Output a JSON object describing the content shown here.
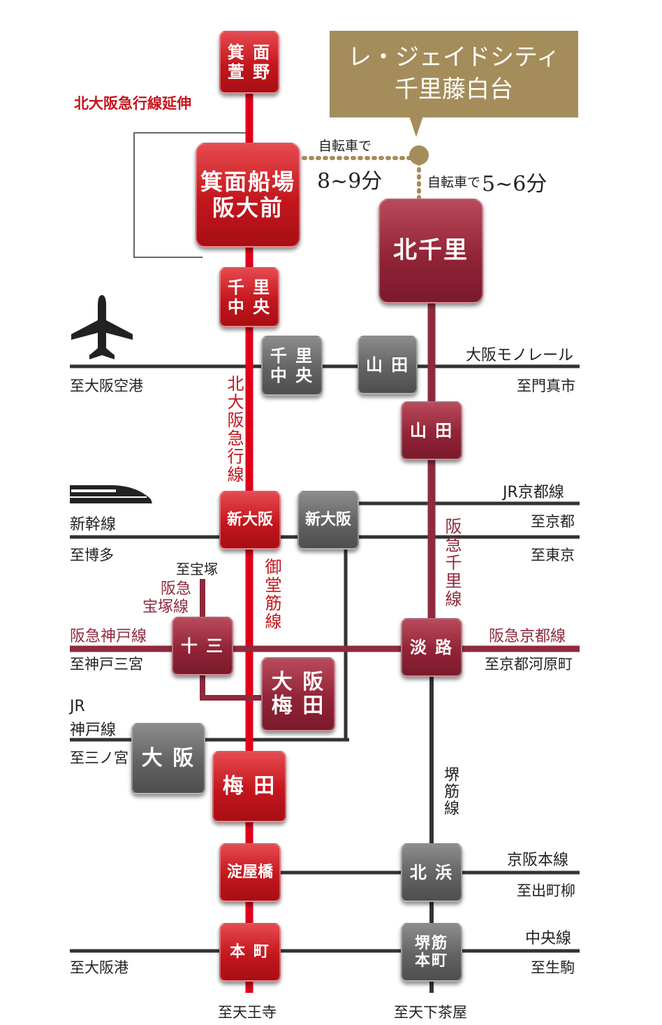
{
  "destination": {
    "line1": "レ・ジェイドシティ",
    "line2": "千里藤白台"
  },
  "bike_routes": {
    "west": {
      "label": "自転車で",
      "time": "8~9分"
    },
    "east": {
      "label": "自転車で",
      "time": "5~6分"
    }
  },
  "stations": {
    "mino_kayano": {
      "line1": "箕 面",
      "line2": "萱 野"
    },
    "minoh_semba": {
      "line1": "箕面船場",
      "line2": "阪大前"
    },
    "senri_chuo_kita": {
      "line1": "千 里",
      "line2": "中 央"
    },
    "kitasenri": {
      "line1": "北千里"
    },
    "senri_chuo_mono": {
      "line1": "千 里",
      "line2": "中 央"
    },
    "yamada_mono": {
      "line1": "山 田"
    },
    "yamada_hankyu": {
      "line1": "山 田"
    },
    "shinosaka_red": {
      "line1": "新大阪"
    },
    "shinosaka_gray": {
      "line1": "新大阪"
    },
    "juso": {
      "line1": "十 三"
    },
    "awaji": {
      "line1": "淡 路"
    },
    "osaka_umeda": {
      "line1": "大 阪",
      "line2": "梅 田"
    },
    "osaka_jr": {
      "line1": "大 阪"
    },
    "umeda": {
      "line1": "梅 田"
    },
    "yodoyabashi": {
      "line1": "淀屋橋"
    },
    "kitahama": {
      "line1": "北 浜"
    },
    "honmachi": {
      "line1": "本 町"
    },
    "sakaisuji_honmachi": {
      "line1": "堺筋",
      "line2": "本町"
    }
  },
  "labels": {
    "kitaosaka_ext": "北大阪急行線延伸",
    "monorail": "大阪モノレール",
    "to_osaka_airport": "至大阪空港",
    "to_kadoma": "至門真市",
    "kitaosaka_line": "北大阪急行線",
    "hankyu_senri_line": "阪急千里線",
    "jr_kyoto_line": "JR京都線",
    "to_kyoto": "至京都",
    "shinkansen": "新幹線",
    "to_hakata": "至博多",
    "to_tokyo": "至東京",
    "to_takarazuka": "至宝塚",
    "hankyu_takarazuka_l1": "阪急",
    "hankyu_takarazuka_l2": "宝塚線",
    "midosuji_line": "御堂筋線",
    "hankyu_kobe_line": "阪急神戸線",
    "hankyu_kyoto_line": "阪急京都線",
    "to_kobe_sannomiya": "至神戸三宮",
    "to_kyoto_kawaramachi": "至京都河原町",
    "jr_kobe_l1": "JR",
    "jr_kobe_l2": "神戸線",
    "to_sannomiya": "至三ノ宮",
    "sakaisuji_line": "堺筋線",
    "keihan_line": "京阪本線",
    "to_demachiyanagi": "至出町柳",
    "chuo_line": "中央線",
    "to_osakako": "至大阪港",
    "to_ikoma": "至生駒",
    "to_tennoji": "至天王寺",
    "to_tengachaya": "至天下茶屋"
  },
  "colors": {
    "midosuji_red": "#e0001b",
    "hankyu_maroon": "#8e2a3c",
    "jr_line": "#333333",
    "destination_gold": "#a48d5a",
    "dotted_route": "#a48d5a"
  },
  "icons": [
    "airplane-icon",
    "shinkansen-icon"
  ]
}
